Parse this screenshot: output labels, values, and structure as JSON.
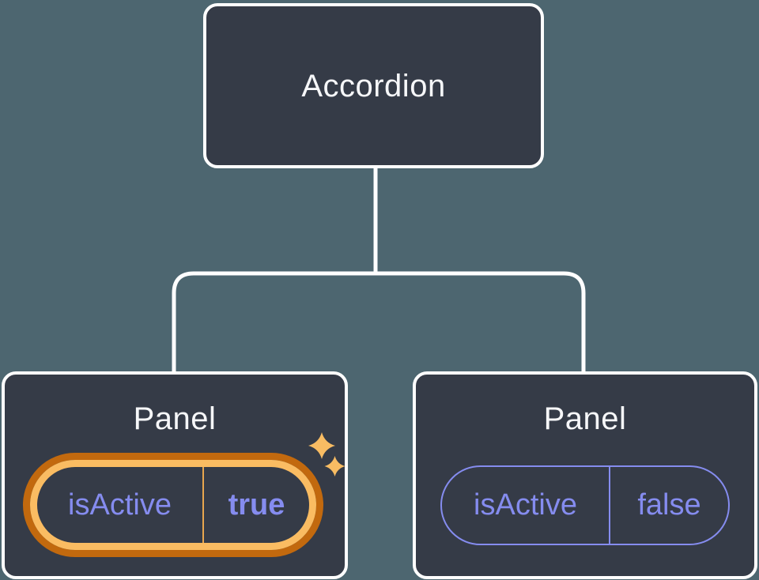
{
  "diagram": {
    "root": {
      "label": "Accordion"
    },
    "panels": [
      {
        "label": "Panel",
        "prop_name": "isActive",
        "prop_value": "true",
        "highlighted": true
      },
      {
        "label": "Panel",
        "prop_name": "isActive",
        "prop_value": "false",
        "highlighted": false
      }
    ]
  },
  "icons": {
    "sparkle": "four-point-star"
  },
  "colors": {
    "canvas-bg": "#4D6670",
    "node-bg": "#353B47",
    "node-border": "#FFFFFF",
    "connector": "#FFFFFF",
    "title-text": "#F6F7F9",
    "prop-text": "#858CEF",
    "pill-border": "#858CEF",
    "highlight-outer": "#C2690E",
    "highlight-inner": "#FABC62",
    "highlight-divider": "#E8A64E",
    "sparkle": "#F8BC63"
  }
}
